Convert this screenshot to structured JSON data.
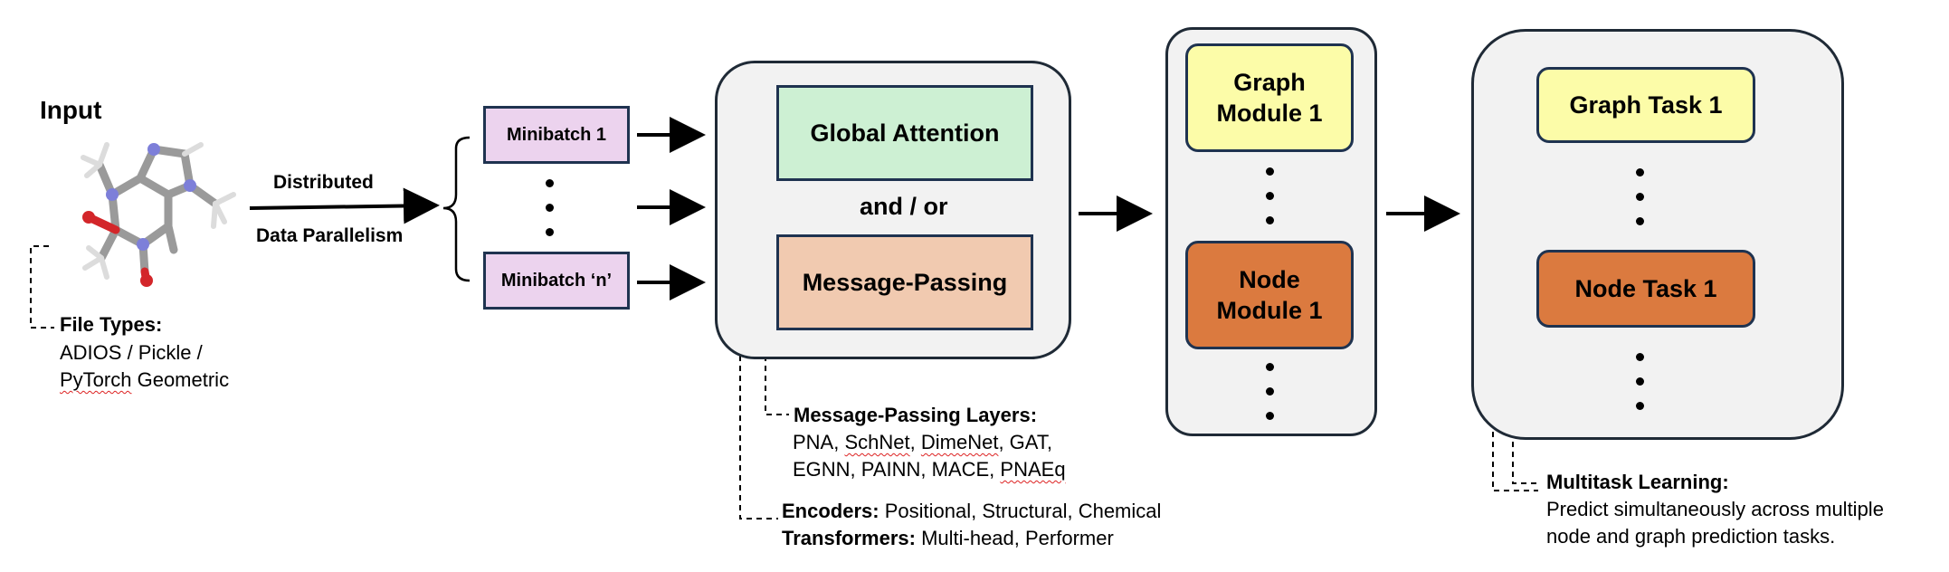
{
  "input": {
    "title": "Input",
    "file_types_label": "File Types:",
    "file_types_line1": "ADIOS / Pickle /",
    "file_types_line2_a": "PyTorch",
    "file_types_line2_b": " Geometric"
  },
  "parallelism": {
    "line1": "Distributed",
    "line2": "Data Parallelism"
  },
  "minibatches": {
    "first": "Minibatch 1",
    "last": "Minibatch ‘n’"
  },
  "layers": {
    "global_attention": "Global Attention",
    "connector": "and / or",
    "message_passing": "Message-Passing"
  },
  "mp_note": {
    "title": "Message-Passing Layers:",
    "line1_a": "PNA, ",
    "line1_b": "SchNet",
    "line1_c": ", ",
    "line1_d": "DimeNet",
    "line1_e": ", GAT,",
    "line2_a": "EGNN, PAINN, MACE, ",
    "line2_b": "PNAEq"
  },
  "enc_note": {
    "encoders_label": "Encoders:",
    "encoders_text": " Positional, Structural, Chemical",
    "transformers_label": "Transformers:",
    "transformers_text": " Multi-head, Performer"
  },
  "modules": {
    "graph_line1": "Graph",
    "graph_line2": "Module 1",
    "node_line1": "Node",
    "node_line2": "Module 1"
  },
  "tasks": {
    "graph": "Graph Task 1",
    "node": "Node Task 1"
  },
  "mtl_note": {
    "title": "Multitask Learning:",
    "line1": "Predict simultaneously across multiple",
    "line2": "node and graph prediction tasks."
  },
  "colors": {
    "minibatch_fill": "#ecd3ee",
    "attention_fill": "#cdf0d3",
    "message_passing_fill": "#f1cab0",
    "graph_fill": "#fcfca8",
    "node_fill": "#db7a3f",
    "panel_fill": "#f2f2f2",
    "border": "#1f3350"
  }
}
